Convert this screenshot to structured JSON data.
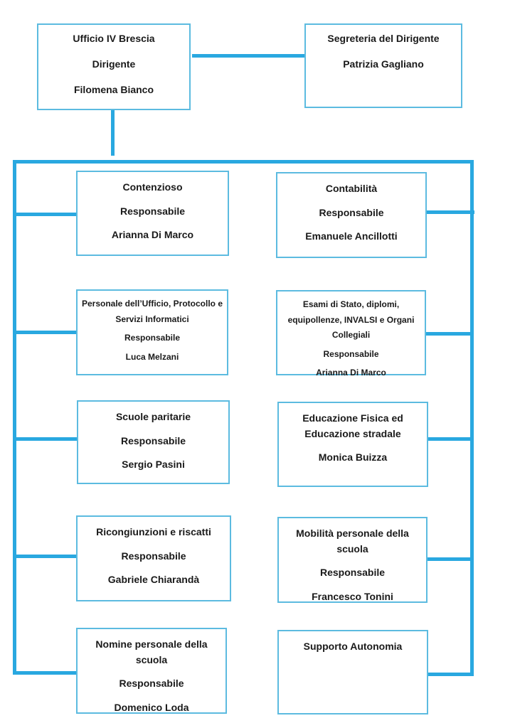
{
  "colors": {
    "connector": "#29a8e0",
    "box_border": "#5cbbe0",
    "text": "#1a1a1a",
    "background": "#ffffff"
  },
  "director": {
    "title": "Ufficio IV Brescia",
    "role": "Dirigente",
    "person": "Filomena Bianco"
  },
  "secretary": {
    "title": "Segreteria del Dirigente",
    "person": "Patrizia Gagliano"
  },
  "departments": {
    "left": [
      {
        "title": "Contenzioso",
        "role": "Responsabile",
        "person": "Arianna Di Marco"
      },
      {
        "title": "Personale dell’Ufficio, Protocollo e Servizi Informatici",
        "role": "Responsabile",
        "person": "Luca Melzani"
      },
      {
        "title": "Scuole paritarie",
        "role": "Responsabile",
        "person": "Sergio Pasini"
      },
      {
        "title": "Ricongiunzioni e riscatti",
        "role": "Responsabile",
        "person": "Gabriele Chiarandà"
      },
      {
        "title": "Nomine personale della scuola",
        "role": "Responsabile",
        "person": "Domenico Loda"
      }
    ],
    "right": [
      {
        "title": "Contabilità",
        "role": "Responsabile",
        "person": "Emanuele Ancillotti"
      },
      {
        "title": "Esami di Stato, diplomi, equipollenze, INVALSI e Organi Collegiali",
        "role": "Responsabile",
        "person": "Arianna Di Marco"
      },
      {
        "title": "Educazione Fisica ed Educazione stradale",
        "person": "Monica Buizza"
      },
      {
        "title": "Mobilità personale della scuola",
        "role": "Responsabile",
        "person": "Francesco Tonini"
      },
      {
        "title": "Supporto Autonomia"
      }
    ]
  }
}
